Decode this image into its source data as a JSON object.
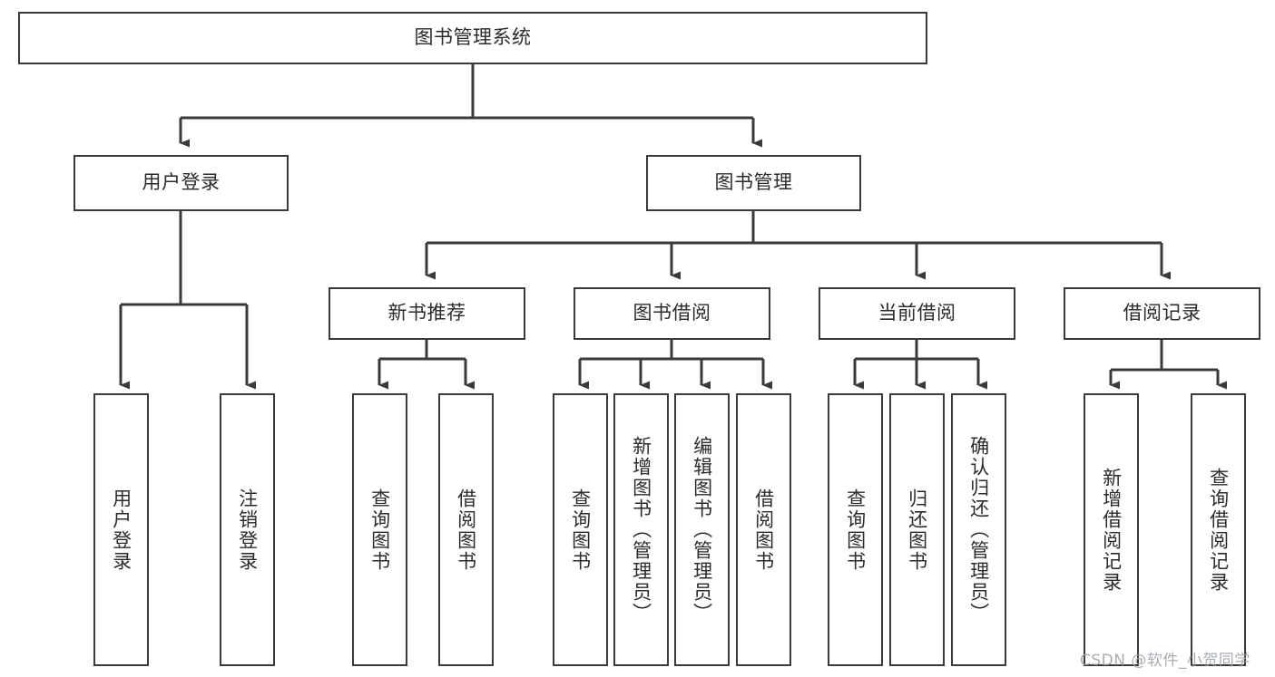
{
  "diagram": {
    "type": "tree-hierarchy",
    "title": "图书管理系统",
    "watermark": "CSDN @软件_小贺同学",
    "colors": {
      "box_border": "#3a3a3a",
      "box_fill": "#ffffff",
      "connector": "#3a3a3a",
      "text": "#2b2b2b",
      "watermark": "#9aa0a6",
      "background": "#ffffff"
    },
    "root": {
      "id": "root",
      "label": "图书管理系统"
    },
    "level2": [
      {
        "id": "user-login",
        "label": "用户登录"
      },
      {
        "id": "book-manage",
        "label": "图书管理"
      }
    ],
    "level3": [
      {
        "id": "new-book-recommend",
        "label": "新书推荐",
        "parent": "book-manage"
      },
      {
        "id": "book-borrow",
        "label": "图书借阅",
        "parent": "book-manage"
      },
      {
        "id": "current-borrow",
        "label": "当前借阅",
        "parent": "book-manage"
      },
      {
        "id": "borrow-record",
        "label": "借阅记录",
        "parent": "book-manage"
      }
    ],
    "leaves": [
      {
        "id": "leaf-user-login",
        "label": "用户登录",
        "parent": "user-login"
      },
      {
        "id": "leaf-user-logout",
        "label": "注销登录",
        "parent": "user-login"
      },
      {
        "id": "leaf-query-book-1",
        "label": "查询图书",
        "parent": "new-book-recommend"
      },
      {
        "id": "leaf-borrow-book-1",
        "label": "借阅图书",
        "parent": "new-book-recommend"
      },
      {
        "id": "leaf-query-book-2",
        "label": "查询图书",
        "parent": "book-borrow"
      },
      {
        "id": "leaf-add-book",
        "label": "新增图书（管理员）",
        "parent": "book-borrow"
      },
      {
        "id": "leaf-edit-book",
        "label": "编辑图书（管理员）",
        "parent": "book-borrow"
      },
      {
        "id": "leaf-borrow-book-2",
        "label": "借阅图书",
        "parent": "book-borrow"
      },
      {
        "id": "leaf-query-book-3",
        "label": "查询图书",
        "parent": "current-borrow"
      },
      {
        "id": "leaf-return-book",
        "label": "归还图书",
        "parent": "current-borrow"
      },
      {
        "id": "leaf-confirm-return",
        "label": "确认归还（管理员）",
        "parent": "current-borrow"
      },
      {
        "id": "leaf-add-record",
        "label": "新增借阅记录",
        "parent": "borrow-record"
      },
      {
        "id": "leaf-query-record",
        "label": "查询借阅记录",
        "parent": "borrow-record"
      }
    ]
  }
}
